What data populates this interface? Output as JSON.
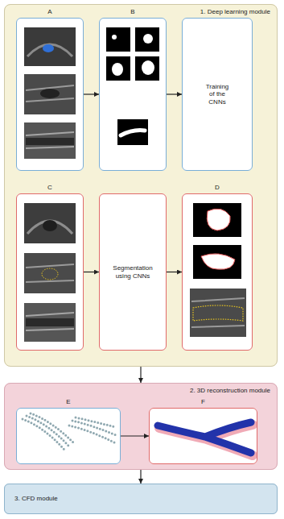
{
  "diagram": {
    "nodes": [
      {
        "text": [
          "1. Deep learning module"
        ]
      },
      {
        "text": [
          "A"
        ],
        "in": 0
      },
      {
        "text": [
          "B"
        ],
        "in": 0
      },
      {
        "text": [
          "Training of the CNNs"
        ],
        "in": 0
      },
      {
        "text": [
          "C"
        ],
        "in": 0
      },
      {
        "text": [
          "Segmentation using CNNs"
        ],
        "in": 0
      },
      {
        "text": [
          "D"
        ],
        "in": 0
      },
      {
        "text": [
          "2. 3D reconstruction module"
        ]
      },
      {
        "text": [
          "E"
        ],
        "in": 7
      },
      {
        "text": [
          "F"
        ],
        "in": 7
      },
      {
        "text": [
          "3. CFD module"
        ]
      }
    ],
    "edges": [
      {
        "from": 1,
        "to": 2,
        "arrow": "to"
      },
      {
        "from": 2,
        "to": 3,
        "arrow": "to"
      },
      {
        "from": 4,
        "to": 5,
        "arrow": "to"
      },
      {
        "from": 5,
        "to": 6,
        "arrow": "to"
      },
      {
        "from": 0,
        "to": 7,
        "arrow": "to"
      },
      {
        "from": 8,
        "to": 9,
        "arrow": "to"
      },
      {
        "from": 7,
        "to": 10,
        "arrow": "to"
      }
    ]
  }
}
